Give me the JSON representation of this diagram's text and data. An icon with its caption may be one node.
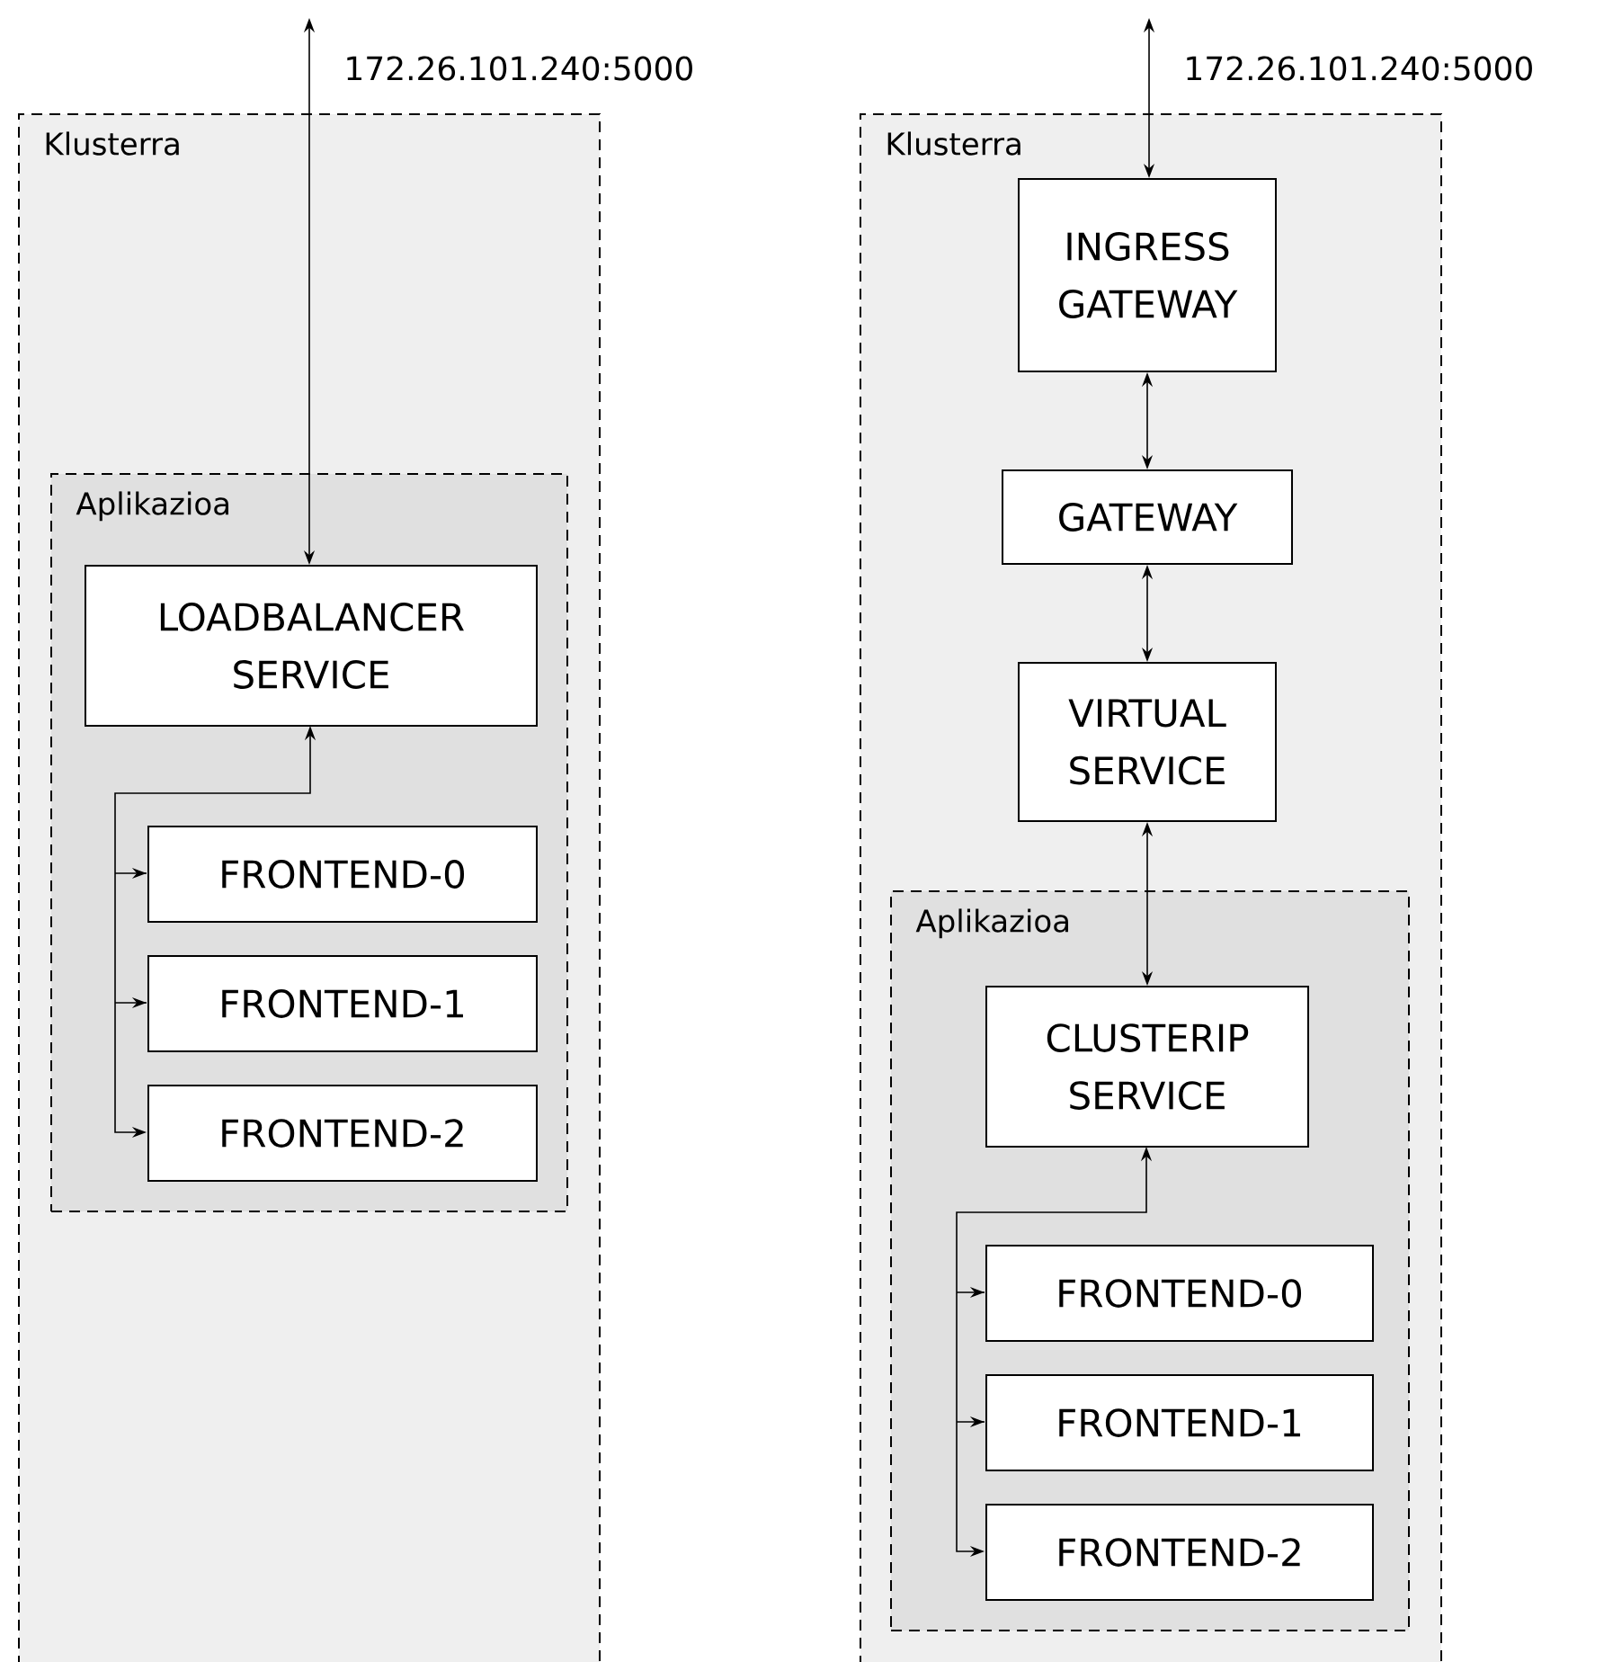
{
  "diagram": {
    "nodes": [
      {
        "text": [
          "Klusterra"
        ]
      },
      {
        "text": [
          "Aplikazioa"
        ],
        "in": 0
      },
      {
        "text": [
          "LOADBALANCER SERVICE"
        ],
        "in": 1
      },
      {
        "text": [
          "FRONTEND-0"
        ],
        "in": 1
      },
      {
        "text": [
          "FRONTEND-1"
        ],
        "in": 1
      },
      {
        "text": [
          "FRONTEND-2"
        ],
        "in": 1
      },
      {
        "text": [
          "Klusterra"
        ]
      },
      {
        "text": [
          "INGRESS GATEWAY"
        ],
        "in": 6
      },
      {
        "text": [
          "GATEWAY"
        ],
        "in": 6
      },
      {
        "text": [
          "VIRTUAL SERVICE"
        ],
        "in": 6
      },
      {
        "text": [
          "Aplikazioa"
        ],
        "in": 6
      },
      {
        "text": [
          "CLUSTERIP SERVICE"
        ],
        "in": 10
      },
      {
        "text": [
          "FRONTEND-0"
        ],
        "in": 10
      },
      {
        "text": [
          "FRONTEND-1"
        ],
        "in": 10
      },
      {
        "text": [
          "FRONTEND-2"
        ],
        "in": 10
      }
    ],
    "edges": [
      {
        "from": null,
        "to": 2,
        "arrow": "both",
        "label": "172.26.101.240:5000"
      },
      {
        "from": 2,
        "to": 3,
        "arrow": "both"
      },
      {
        "from": 2,
        "to": 4,
        "arrow": "both"
      },
      {
        "from": 2,
        "to": 5,
        "arrow": "both"
      },
      {
        "from": null,
        "to": 7,
        "arrow": "both",
        "label": "172.26.101.240:5000"
      },
      {
        "from": 7,
        "to": 8,
        "arrow": "both"
      },
      {
        "from": 8,
        "to": 9,
        "arrow": "both"
      },
      {
        "from": 9,
        "to": 11,
        "arrow": "both"
      },
      {
        "from": 11,
        "to": 12,
        "arrow": "both"
      },
      {
        "from": 11,
        "to": 13,
        "arrow": "both"
      },
      {
        "from": 11,
        "to": 14,
        "arrow": "both"
      }
    ]
  }
}
